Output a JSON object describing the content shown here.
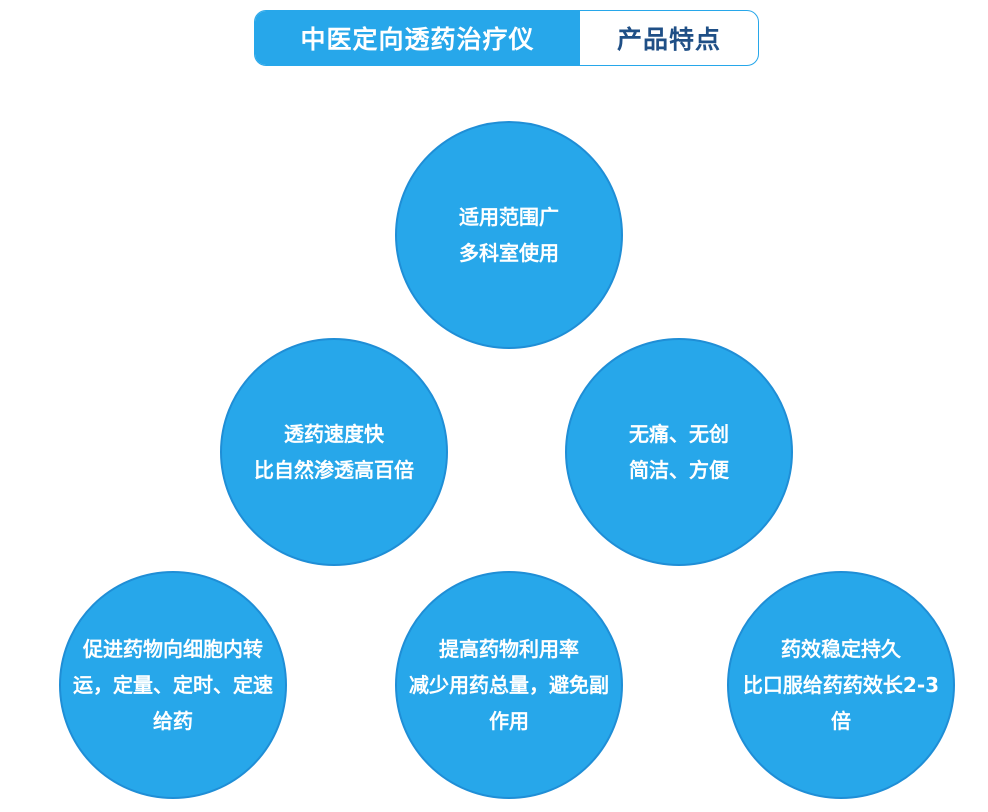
{
  "header": {
    "title": "中医定向透药治疗仪",
    "subtitle": "产品特点"
  },
  "features": [
    {
      "lines": [
        "适用范围广",
        "多科室使用"
      ]
    },
    {
      "lines": [
        "透药速度快",
        "比自然渗透高百倍"
      ]
    },
    {
      "lines": [
        "无痛、无创",
        "简洁、方便"
      ]
    },
    {
      "lines": [
        "促进药物向细胞内转",
        "运，定量、定时、定速",
        "给药"
      ]
    },
    {
      "lines": [
        "提高药物利用率",
        "减少用药总量，避免副",
        "作用"
      ]
    },
    {
      "lines": [
        "药效稳定持久",
        "比口服给药药效长2-3",
        "倍"
      ]
    }
  ],
  "colors": {
    "accent": "#27a7ea",
    "border": "#1f8ed6",
    "subtitle": "#1f4f86",
    "text_on_accent": "#ffffff",
    "background": "#ffffff"
  }
}
